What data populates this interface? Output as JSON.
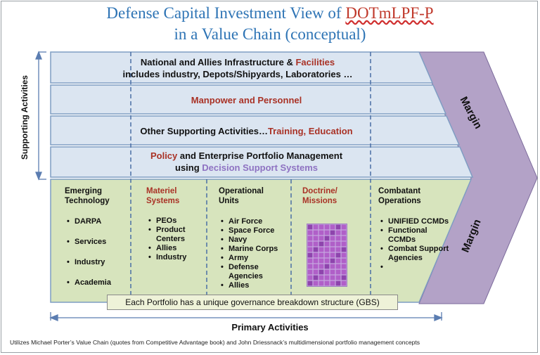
{
  "title": {
    "line1_prefix": "Defense Capital Investment View of ",
    "line1_highlight": "DOTmLPF-P",
    "line2": "in a Value Chain (conceptual)"
  },
  "supporting_activities_label": "Supporting Activities",
  "primary_activities_label": "Primary Activities",
  "support_bands": [
    {
      "line1_a": "National and Allies Infrastructure & ",
      "line1_b": "Facilities",
      "line2": "includes industry, Depots/Shipyards, Laboratories …"
    },
    {
      "text": "Manpower and Personnel"
    },
    {
      "a": "Other Supporting Activities…",
      "b": "Training, Education"
    },
    {
      "line1_a": "Policy",
      "line1_b": " and Enterprise Portfolio Management",
      "line2_a": "using ",
      "line2_b": "Decision Support Systems"
    }
  ],
  "margin_labels": [
    "Margin",
    "Margin"
  ],
  "columns": [
    {
      "header": "Emerging Technology",
      "items": [
        "DARPA",
        "Services",
        "Industry",
        "Academia"
      ]
    },
    {
      "header": "Materiel Systems",
      "items": [
        "PEOs",
        "Product Centers",
        "Allies",
        "Industry"
      ]
    },
    {
      "header": "Operational Units",
      "items": [
        "Air Force",
        "Space Force",
        "Navy",
        "Marine Corps",
        "Army",
        "Defense Agencies",
        "Allies"
      ]
    },
    {
      "header": "Doctrine/ Missions",
      "items": []
    },
    {
      "header": "Combatant Operations",
      "items": [
        "UNIFIED CCMDs",
        "Functional CCMDs",
        "Combat Support Agencies",
        ""
      ]
    }
  ],
  "gbs_note": "Each Portfolio has a unique governance breakdown structure (GBS)",
  "footnote": "Utilizes Michael Porter’s Value Chain (quotes from Competitive Advantage book) and John Driessnack’s multidimensional portfolio management concepts",
  "colors": {
    "title_blue": "#2e74b5",
    "highlight_red": "#a93226",
    "support_blue": "#dbe5f1",
    "primary_green": "#d7e4bd",
    "margin_purple": "#b3a2c7",
    "decision_purple": "#8e72c2"
  }
}
